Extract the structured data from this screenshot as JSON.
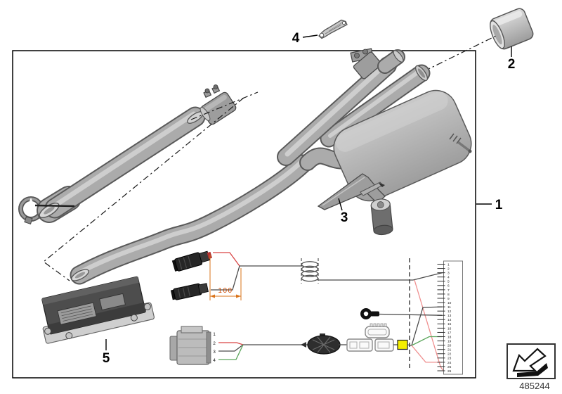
{
  "callouts": [
    {
      "id": "1",
      "label": "1"
    },
    {
      "id": "2",
      "label": "2"
    },
    {
      "id": "3",
      "label": "3"
    },
    {
      "id": "4",
      "label": "4"
    },
    {
      "id": "5",
      "label": "5"
    }
  ],
  "wiring": {
    "dimension_label": "100",
    "connector_pin_labels": [
      "1",
      "2",
      "3",
      "4"
    ],
    "pin_list": [
      "1",
      "2",
      "3",
      "4",
      "5",
      "6",
      "7",
      "8",
      "9",
      "10",
      "11",
      "12",
      "13",
      "14",
      "15",
      "16",
      "17",
      "18",
      "19",
      "20",
      "21",
      "22",
      "23",
      "24",
      "25",
      "26"
    ],
    "wire_colors": {
      "red": "#d94545",
      "pink": "#ef8f8f",
      "green": "#5aa55a",
      "black": "#4a4a4a"
    },
    "tape_marker_color": "#f5ef00",
    "dimension_color": "#d9731a"
  },
  "footer": {
    "part_number": "485244"
  },
  "icons": {
    "stamp": "direction-arrow-down-left-icon"
  },
  "colors": {
    "background": "#ffffff",
    "line": "#000000",
    "pipe_gray": "#ababab"
  }
}
